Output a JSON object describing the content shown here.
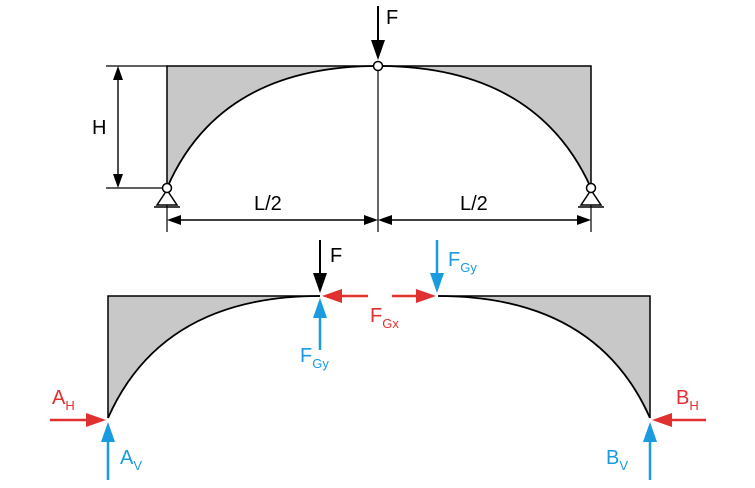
{
  "colors": {
    "line": "#000000",
    "fill": "#c8c8c8",
    "red": "#e03030",
    "blue": "#1a9be0"
  },
  "labels": {
    "F_top": "F",
    "H": "H",
    "L_left": "L/2",
    "L_right": "L/2",
    "F_bottom": "F",
    "FGy_left": "F",
    "FGy_left_sub": "Gy",
    "FGy_right": "F",
    "FGy_right_sub": "Gy",
    "FGx": "F",
    "FGx_sub": "Gx",
    "AH": "A",
    "AH_sub": "H",
    "AV": "A",
    "AV_sub": "V",
    "BH": "B",
    "BH_sub": "H",
    "BV": "B",
    "BV_sub": "V"
  }
}
